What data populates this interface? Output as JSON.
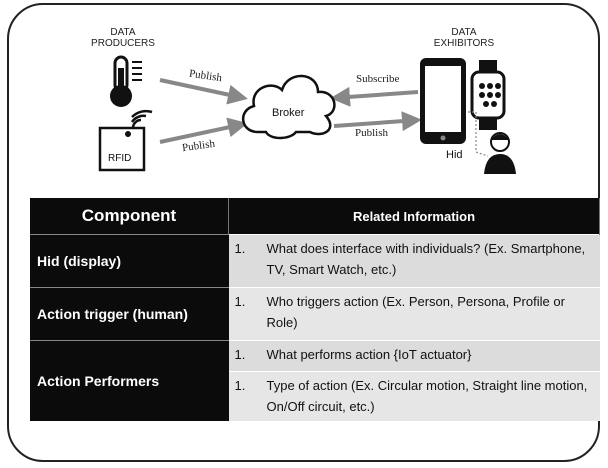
{
  "diagram": {
    "producers_title": "DATA\nPRODUCERS",
    "exhibitors_title": "DATA\nEXHIBITORS",
    "broker": "Broker",
    "rfid": "RFID",
    "hid": "Hid",
    "arrows": {
      "publish_top": "Publish",
      "publish_bottom": "Publish",
      "subscribe": "Subscribe",
      "publish_right": "Publish"
    }
  },
  "table": {
    "headers": {
      "component": "Component",
      "related": "Related Information"
    },
    "rows": [
      {
        "component": "Hid (display)",
        "num": "1.",
        "text": "What does interface with individuals? (Ex. Smartphone, TV, Smart Watch, etc.)"
      },
      {
        "component": "Action trigger (human)",
        "num": "1.",
        "text": "Who triggers action (Ex. Person, Persona, Profile or Role)"
      },
      {
        "component": "Action Performers",
        "num": "1.",
        "text": "What performs action {IoT actuator}"
      },
      {
        "component": "",
        "num": "1.",
        "text": "Type of action (Ex. Circular motion, Straight line motion, On/Off circuit, etc.)"
      }
    ]
  }
}
